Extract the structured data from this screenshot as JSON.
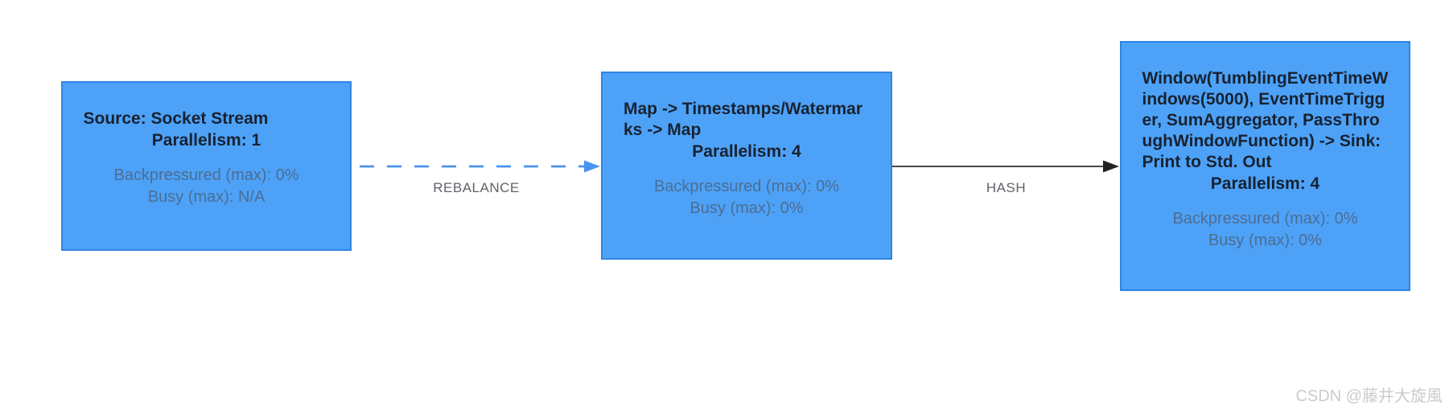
{
  "diagram": {
    "type": "flink-job-graph",
    "nodes": [
      {
        "name": "Source: Socket Stream",
        "parallelism": "Parallelism: 1",
        "backpressured": "Backpressured (max): 0%",
        "busy": "Busy (max): N/A"
      },
      {
        "name": "Map -> Timestamps/Watermarks -> Map",
        "parallelism": "Parallelism: 4",
        "backpressured": "Backpressured (max): 0%",
        "busy": "Busy (max): 0%"
      },
      {
        "name": "Window(TumblingEventTimeWindows(5000), EventTimeTrigger, SumAggregator, PassThroughWindowFunction) -> Sink: Print to Std. Out",
        "parallelism": "Parallelism: 4",
        "backpressured": "Backpressured (max): 0%",
        "busy": "Busy (max): 0%"
      }
    ],
    "edges": [
      {
        "label": "REBALANCE",
        "style": "dashed"
      },
      {
        "label": "HASH",
        "style": "solid"
      }
    ],
    "colors": {
      "node_fill": "#4da2f8",
      "node_border": "#2f85e0",
      "node_title": "#182230",
      "node_metric": "#4d6d91",
      "edge_rebalance": "#4a93f1",
      "edge_hash": "#4a4a4a",
      "edge_arrow_dark": "#222222",
      "edge_label": "#5f6368",
      "watermark": "#c9cbce"
    }
  },
  "watermark": {
    "text": "CSDN @藤井大旋風"
  }
}
